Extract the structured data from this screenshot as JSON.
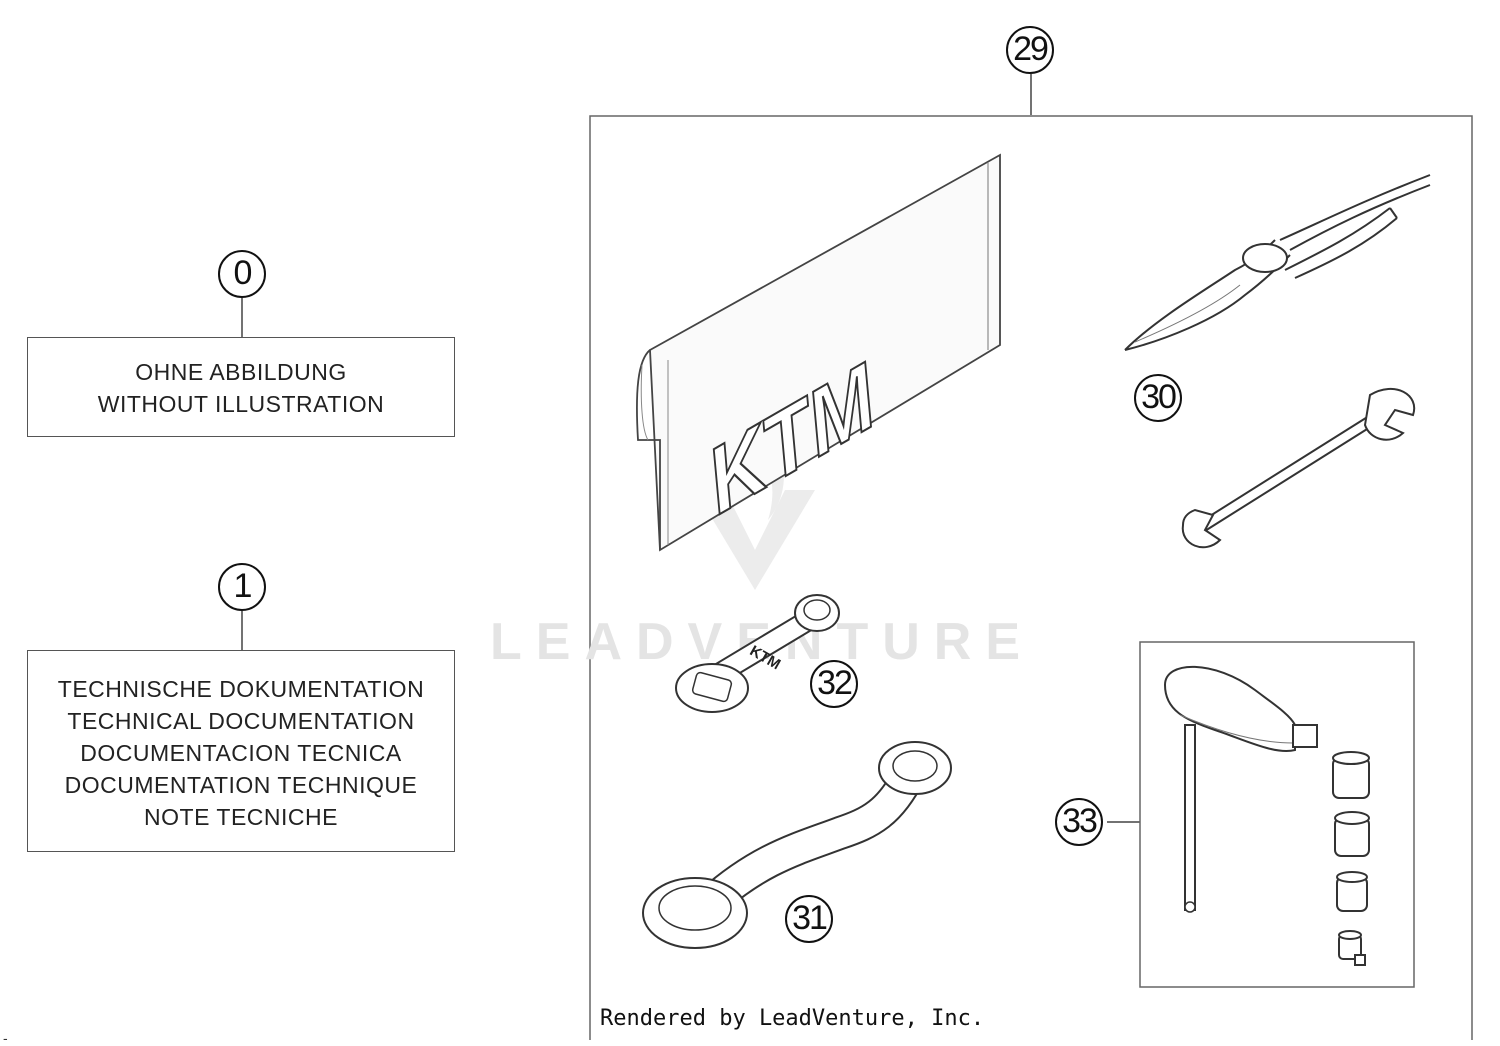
{
  "items": {
    "c0": "0",
    "c1": "1",
    "c29": "29",
    "c30": "30",
    "c31": "31",
    "c32": "32",
    "c33": "33"
  },
  "box0": [
    "OHNE ABBILDUNG",
    "WITHOUT ILLUSTRATION"
  ],
  "box1": [
    "TECHNISCHE DOKUMENTATION",
    "TECHNICAL DOCUMENTATION",
    "DOCUMENTACION TECNICA",
    "DOCUMENTATION TECHNIQUE",
    "NOTE TECNICHE"
  ],
  "pouch_logo": "KTM",
  "wrench_logo": "KTM",
  "watermark": "LEADVENTURE",
  "credit": "Rendered by LeadVenture, Inc.",
  "corner_mark": "-"
}
